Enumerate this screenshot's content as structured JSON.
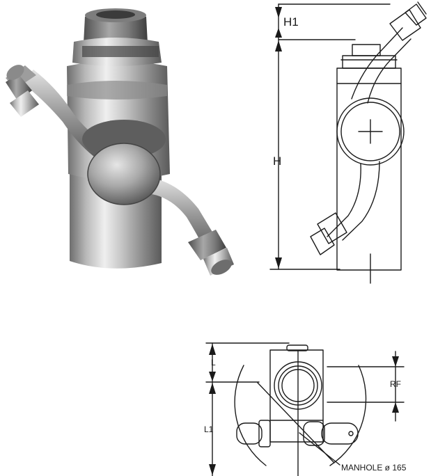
{
  "dimensions": {
    "h1": "H1",
    "h": "H",
    "l": "L",
    "l1": "L1",
    "rf": "RF",
    "manhole": "MANHOLE ø 165"
  }
}
